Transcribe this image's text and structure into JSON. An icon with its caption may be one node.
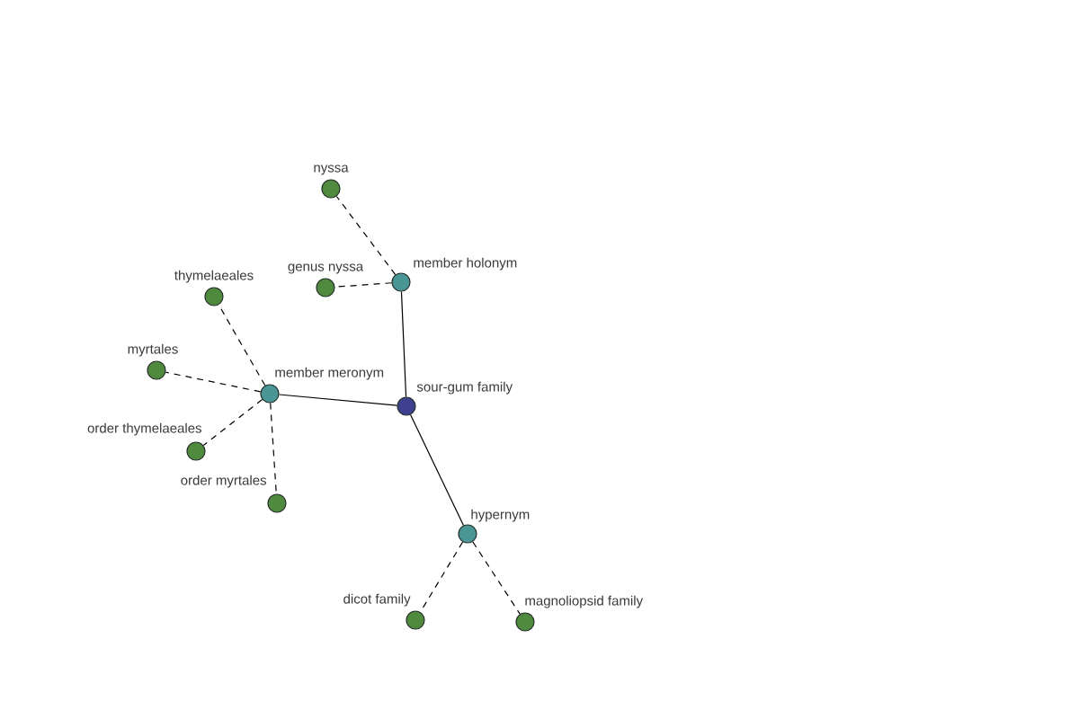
{
  "diagram": {
    "nodes": [
      {
        "text": [
          "nyssa"
        ]
      },
      {
        "text": [
          "genus nyssa"
        ]
      },
      {
        "text": [
          "member holonym"
        ]
      },
      {
        "text": [
          "thymelaeales"
        ]
      },
      {
        "text": [
          "myrtales"
        ]
      },
      {
        "text": [
          "member meronym"
        ]
      },
      {
        "text": [
          "sour-gum family"
        ]
      },
      {
        "text": [
          "order thymelaeales"
        ]
      },
      {
        "text": [
          "order myrtales"
        ]
      },
      {
        "text": [
          "hypernym"
        ]
      },
      {
        "text": [
          "dicot family"
        ]
      },
      {
        "text": [
          "magnoliopsid family"
        ]
      }
    ],
    "edges": [
      {
        "from": 6,
        "to": 2,
        "arrow": "none"
      },
      {
        "from": 6,
        "to": 5,
        "arrow": "none"
      },
      {
        "from": 6,
        "to": 9,
        "arrow": "none"
      },
      {
        "from": 2,
        "to": 0,
        "arrow": "none",
        "style": "dashed"
      },
      {
        "from": 2,
        "to": 1,
        "arrow": "none",
        "style": "dashed"
      },
      {
        "from": 5,
        "to": 3,
        "arrow": "none",
        "style": "dashed"
      },
      {
        "from": 5,
        "to": 4,
        "arrow": "none",
        "style": "dashed"
      },
      {
        "from": 5,
        "to": 7,
        "arrow": "none",
        "style": "dashed"
      },
      {
        "from": 5,
        "to": 8,
        "arrow": "none",
        "style": "dashed"
      },
      {
        "from": 9,
        "to": 10,
        "arrow": "none",
        "style": "dashed"
      },
      {
        "from": 9,
        "to": 11,
        "arrow": "none",
        "style": "dashed"
      }
    ]
  }
}
